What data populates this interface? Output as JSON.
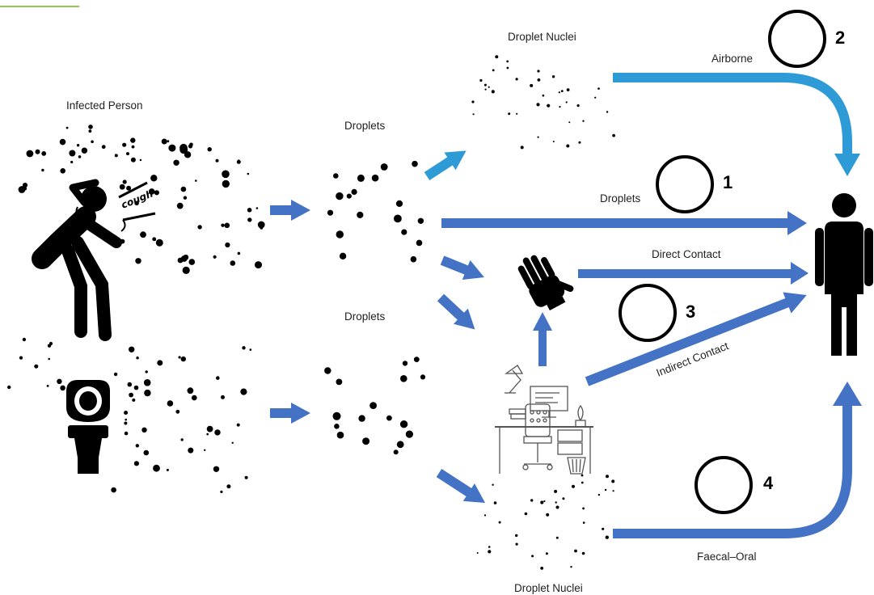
{
  "colors": {
    "arrow_blue": "#4472C4",
    "arrow_light_blue": "#2E9BD6",
    "ink": "#000000",
    "corner_tab": "#92C353"
  },
  "labels": {
    "infected_person": "Infected Person",
    "cough": "cough",
    "droplets_top": "Droplets",
    "droplets_bottom": "Droplets",
    "droplet_nuclei_top": "Droplet Nuclei",
    "droplet_nuclei_bottom": "Droplet Nuclei",
    "airborne": "Airborne",
    "droplets_route": "Droplets",
    "direct_contact": "Direct Contact",
    "indirect_contact": "Indirect Contact",
    "faecal_oral": "Faecal–Oral"
  },
  "markers": [
    {
      "id": "marker-1",
      "number": "1",
      "route": "Droplets"
    },
    {
      "id": "marker-2",
      "number": "2",
      "route": "Airborne"
    },
    {
      "id": "marker-3",
      "number": "3",
      "route": "Indirect Contact"
    },
    {
      "id": "marker-4",
      "number": "4",
      "route": "Faecal–Oral"
    }
  ],
  "icons": [
    "coughing-person-icon",
    "toilet-icon",
    "hand-icon",
    "desk-workspace-icon",
    "person-icon"
  ]
}
